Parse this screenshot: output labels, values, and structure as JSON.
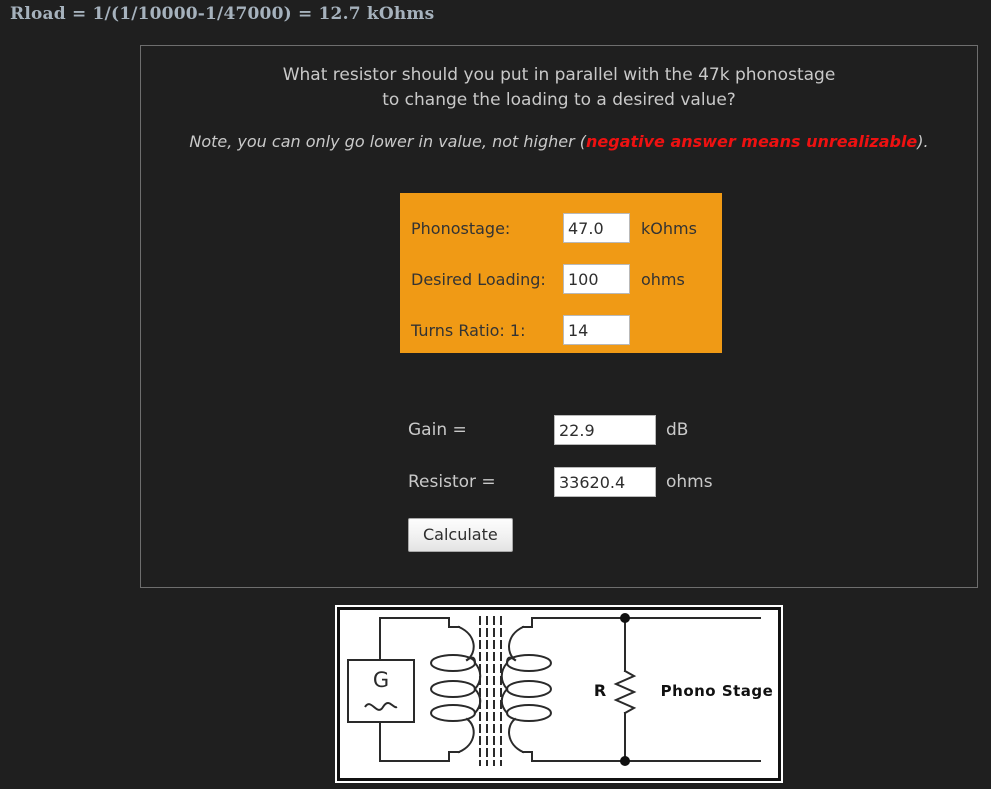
{
  "heading": {
    "text": "Rload = 1/(1/10000-1/47000) = 12.7 kOhms"
  },
  "prompt": {
    "line1": "What resistor should you put in parallel with the 47k phonostage",
    "line2": "to change the loading to a desired value?"
  },
  "note": {
    "prefix": "Note, you can only go lower in value, not higher (",
    "warning": "negative answer means unrealizable",
    "suffix": ")."
  },
  "inputs": {
    "phonostage": {
      "label": "Phonostage:",
      "value": "47.0",
      "unit": "kOhms"
    },
    "desired_loading": {
      "label": "Desired Loading:",
      "value": "100",
      "unit": "ohms"
    },
    "turns_ratio": {
      "label": "Turns Ratio: 1:",
      "value": "14",
      "unit": ""
    }
  },
  "results": {
    "gain": {
      "label": "Gain =",
      "value": "22.9",
      "unit": "dB"
    },
    "resistor": {
      "label": "Resistor =",
      "value": "33620.4",
      "unit": "ohms"
    },
    "calculate_label": "Calculate"
  },
  "diagram": {
    "generator_label": "G",
    "resistor_label": "R",
    "stage_label": "Phono Stage"
  },
  "colors": {
    "background": "#1f1f1f",
    "panel_border": "#6e6e6e",
    "accent_orange": "#f09a15",
    "warning_red": "#ee1111",
    "heading_blue": "#a6b2bd",
    "body_text": "#c9c9c9"
  }
}
